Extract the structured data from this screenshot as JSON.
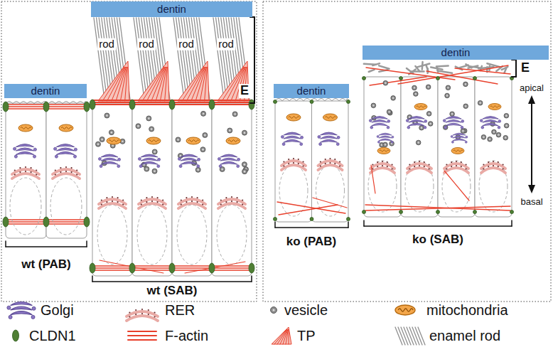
{
  "diagram": {
    "nodes": [
      {
        "text": [
          "dentin"
        ]
      },
      {
        "text": [
          "dentin"
        ]
      },
      {
        "text": [
          "dentin"
        ]
      },
      {
        "text": [
          "dentin"
        ]
      }
    ],
    "edges": [],
    "labels": [
      "rod",
      "rod",
      "rod",
      "rod",
      "E",
      "E",
      "apical",
      "basal",
      "wt (PAB)",
      "wt (SAB)",
      "ko (PAB)",
      "ko (SAB)"
    ],
    "legend": [
      {
        "text": "Golgi"
      },
      {
        "text": "RER"
      },
      {
        "text": "vesicle"
      },
      {
        "text": "mitochondria"
      },
      {
        "text": "CLDN1"
      },
      {
        "text": "F-actin"
      },
      {
        "text": "TP"
      },
      {
        "text": "enamel rod"
      }
    ]
  }
}
